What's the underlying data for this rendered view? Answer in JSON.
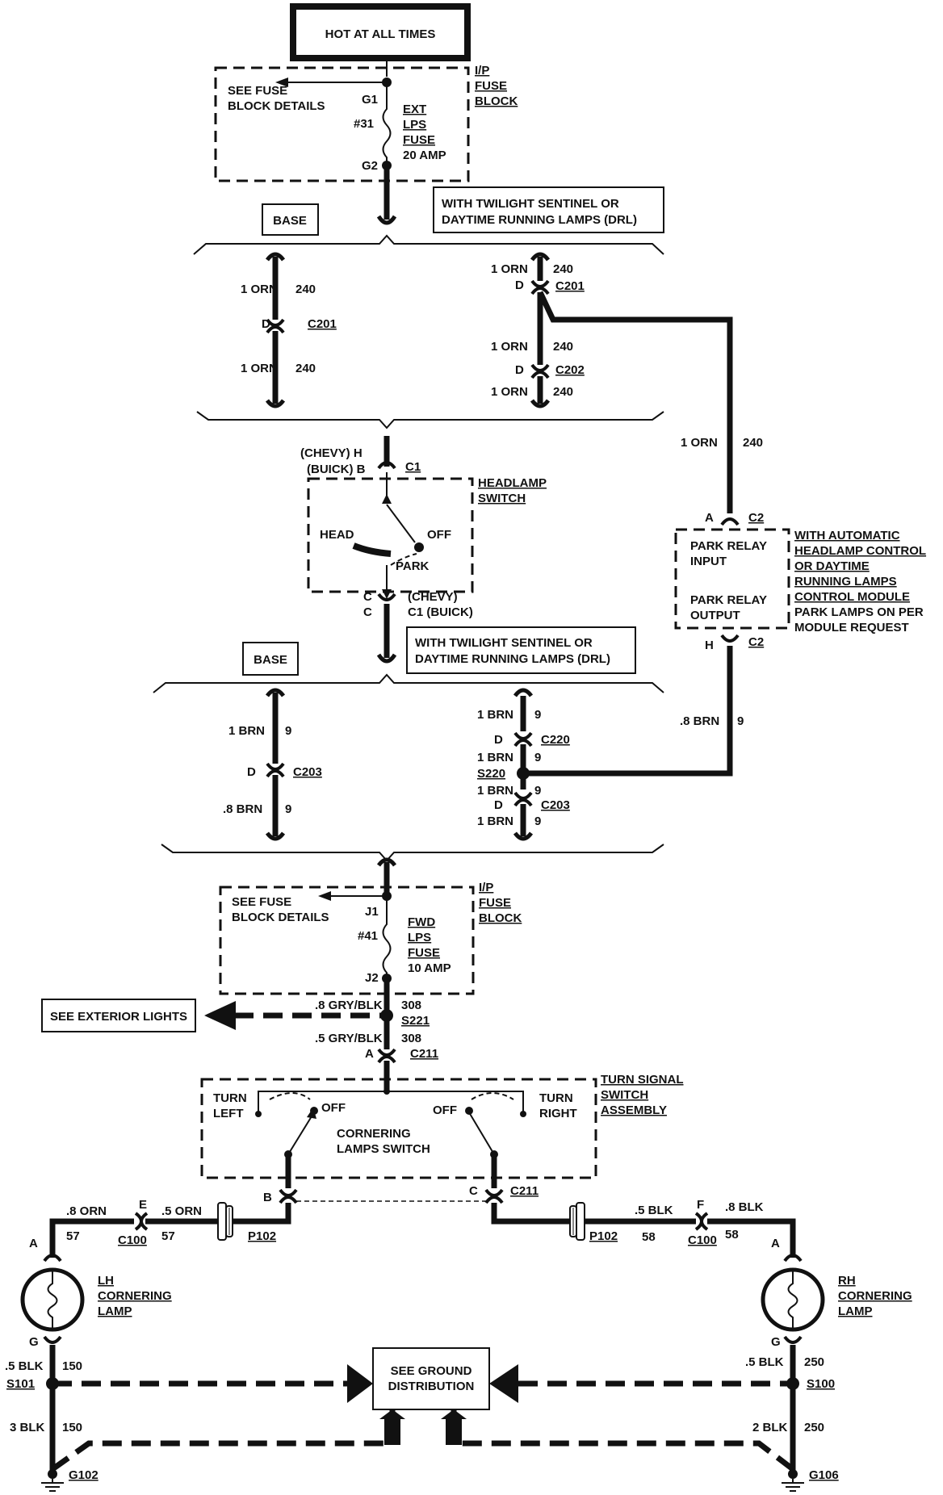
{
  "hot": "HOT AT ALL TIMES",
  "fuse1": {
    "see": [
      "SEE FUSE",
      "BLOCK DETAILS"
    ],
    "g1": "G1",
    "g2": "G2",
    "num": "#31",
    "name": [
      "EXT",
      "LPS",
      "FUSE",
      "20 AMP"
    ],
    "block": [
      "I/P",
      "FUSE",
      "BLOCK"
    ]
  },
  "base": "BASE",
  "twilight": [
    "WITH TWILIGHT SENTINEL OR",
    "DAYTIME RUNNING LAMPS (DRL)"
  ],
  "orn": "1 ORN",
  "w240": "240",
  "d": "D",
  "c201": "C201",
  "c202": "C202",
  "headlamp": {
    "chevy_h": "(CHEVY)  H",
    "buick_b": "(BUICK)  B",
    "c1": "C1",
    "title": [
      "HEADLAMP",
      "SWITCH"
    ],
    "head": "HEAD",
    "off": "OFF",
    "park": "PARK",
    "c_chevy": "(CHEVY)",
    "c1_buick": "C1  (BUICK)",
    "c": "C"
  },
  "relay": {
    "a": "A",
    "c2": "C2",
    "h": "H",
    "input": [
      "PARK RELAY",
      "INPUT"
    ],
    "output": [
      "PARK RELAY",
      "OUTPUT"
    ],
    "note": [
      "WITH AUTOMATIC",
      "HEADLAMP CONTROL",
      "OR DAYTIME",
      "RUNNING LAMPS",
      "CONTROL MODULE",
      "PARK LAMPS ON PER",
      "MODULE REQUEST"
    ]
  },
  "brn1": "1 BRN",
  "brn8": ".8 BRN",
  "w9": "9",
  "c203": "C203",
  "c220": "C220",
  "s220": "S220",
  "fuse2": {
    "see": [
      "SEE FUSE",
      "BLOCK DETAILS"
    ],
    "j1": "J1",
    "j2": "J2",
    "num": "#41",
    "name": [
      "FWD",
      "LPS",
      "FUSE",
      "10 AMP"
    ],
    "block": [
      "I/P",
      "FUSE",
      "BLOCK"
    ]
  },
  "ext_lights": "SEE EXTERIOR LIGHTS",
  "gryblk8": ".8 GRY/BLK",
  "gryblk5": ".5 GRY/BLK",
  "w308": "308",
  "s221": "S221",
  "c211": "C211",
  "pin_a": "A",
  "turn": {
    "title": [
      "TURN SIGNAL",
      "SWITCH",
      "ASSEMBLY"
    ],
    "left": [
      "TURN",
      "LEFT"
    ],
    "right": [
      "TURN",
      "RIGHT"
    ],
    "off": "OFF",
    "cornering": [
      "CORNERING",
      "LAMPS SWITCH"
    ],
    "b": "B",
    "c": "C"
  },
  "left": {
    "w8orn": ".8 ORN",
    "e": "E",
    "w5orn": ".5 ORN",
    "w57": "57",
    "c100": "C100",
    "p102": "P102",
    "a": "A",
    "lamp": [
      "LH",
      "CORNERING",
      "LAMP"
    ],
    "g": "G",
    "w5blk": ".5 BLK",
    "w150": "150",
    "s101": "S101",
    "w3blk": "3 BLK",
    "g102": "G102"
  },
  "right": {
    "w5blk": ".5 BLK",
    "f": "F",
    "w8blk": ".8 BLK",
    "w58": "58",
    "c100": "C100",
    "p102": "P102",
    "a": "A",
    "lamp": [
      "RH",
      "CORNERING",
      "LAMP"
    ],
    "g": "G",
    "w5blkg": ".5 BLK",
    "w250": "250",
    "s100": "S100",
    "w2blk": "2 BLK",
    "g106": "G106"
  },
  "ground": [
    "SEE GROUND",
    "DISTRIBUTION"
  ]
}
